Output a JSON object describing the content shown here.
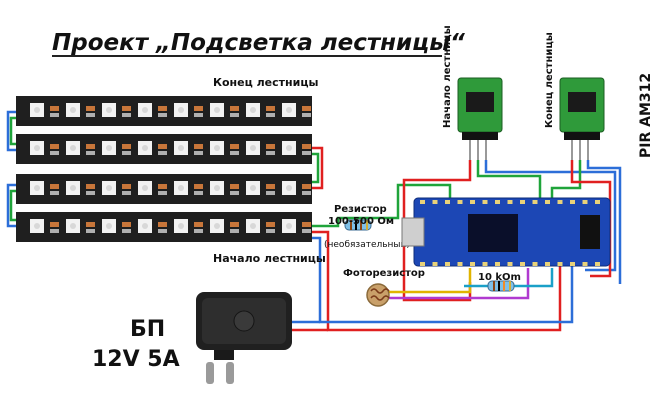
{
  "title": "Проект „Подсветка лестницы“",
  "strip_end_label": "Конец лестницы",
  "strip_start_label": "Начало лестницы",
  "resistor_label": {
    "line1": "Резистор",
    "line2": "100-500 Ом",
    "line3": "(необязательный)"
  },
  "photoresistor_label": "Фоторезистор",
  "resistor2_label": "10 kOm",
  "pir_left_label": "Начало лестницы",
  "pir_right_label": "Конец лестницы",
  "pir_model": "PIR AM312",
  "psu_label_1": "БП",
  "psu_label_2": "12V 5A",
  "colors": {
    "strip": "#1f1f1f",
    "board": "#1c47b5",
    "chip": "#0a0f2a",
    "wire_red": "#e02020",
    "wire_blue": "#2c6ed8",
    "wire_green": "#1fa43a",
    "wire_cyan": "#1aa0c8",
    "wire_purple": "#b03ad0",
    "wire_yellow": "#e0b400",
    "pir_green": "#2f9a3a"
  }
}
